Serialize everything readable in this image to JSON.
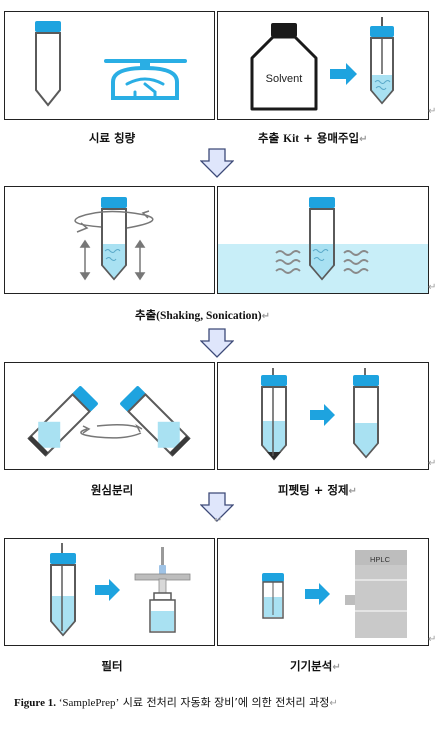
{
  "colors": {
    "tube_cap": "#1ea3df",
    "liquid": "#a9e1f2",
    "arrow_blue": "#1ea3df",
    "down_arrow_fill": "#dfe6fb",
    "down_arrow_stroke": "#3d4a78"
  },
  "steps": {
    "row1": {
      "left": "시료 칭량",
      "right_kr": "추출 ",
      "right_kit": "Kit",
      "right_rest": " + 용매주입",
      "solvent": "Solvent"
    },
    "row2": {
      "caption_kr": "추출",
      "caption_en": "(Shaking, Sonication)"
    },
    "row3": {
      "left": "원심분리",
      "right": "피펫팅 + 정제"
    },
    "row4": {
      "left": "필터",
      "right": "기기분석",
      "hplc": "HPLC"
    }
  },
  "paragraph_mark": "↵",
  "figure": {
    "label": "Figure 1.",
    "q_open": " ‘",
    "name": "SamplePrep",
    "q_close": "’",
    "text": " 시료 전처리 자동화 장비’에 의한 전처리 과정"
  }
}
